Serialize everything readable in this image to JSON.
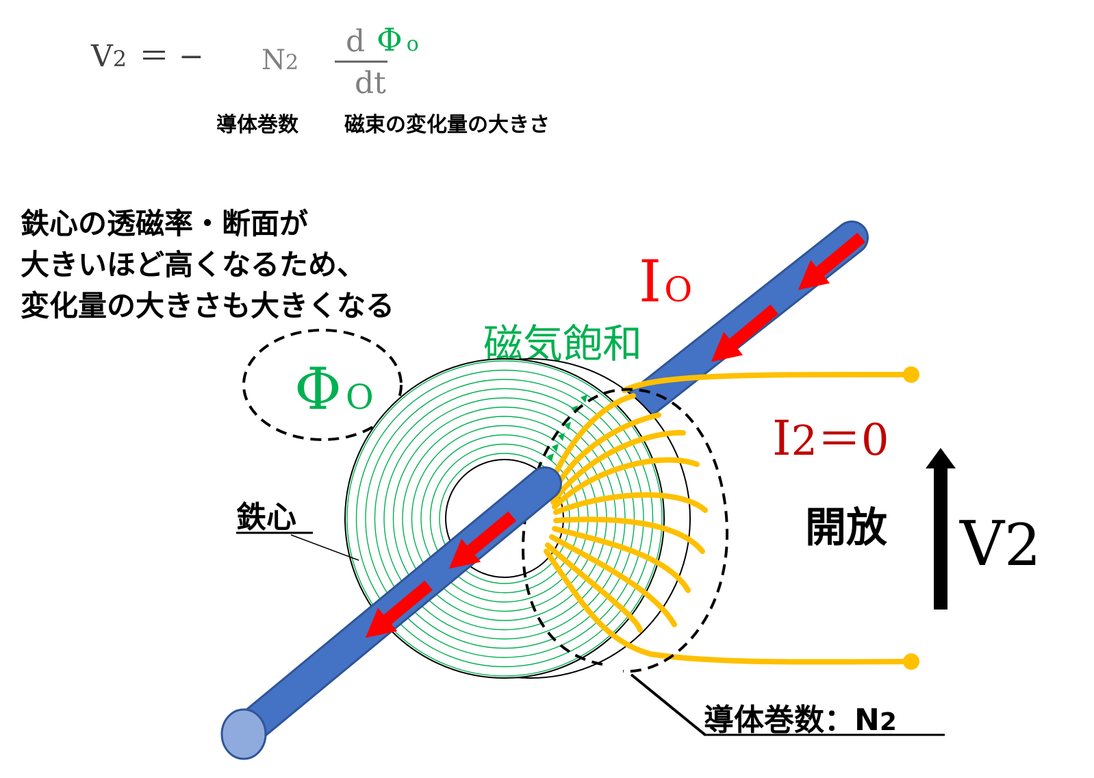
{
  "formula": {
    "lhs_main": "V",
    "lhs_sub": "2",
    "equals_minus": "＝ −",
    "n_main": "N",
    "n_sub": "2",
    "numerator_d": "d",
    "numerator_phi": "Φ",
    "numerator_sub": "o",
    "denominator": "dt",
    "label_turns": "導体巻数",
    "label_change": "磁束の変化量の大きさ"
  },
  "note_lines": [
    "鉄心の透磁率・断面が",
    "大きいほど高くなるため、",
    "変化量の大きさも大きくなる"
  ],
  "flux_label": {
    "main": "Φ",
    "sub": "O"
  },
  "saturation_label": "磁気飽和",
  "core_label": "鉄心",
  "current_label": {
    "main": "I",
    "sub": "O"
  },
  "i2_label": {
    "main": "I",
    "sub": "2",
    "rest": "＝0"
  },
  "open_label": "開放",
  "voltage_label": {
    "main": "V",
    "sub": "2"
  },
  "winding_label": {
    "main": "導体巻数：N",
    "sub": "2"
  },
  "colors": {
    "core": "#4472c4",
    "core_end": "#8faadc",
    "current_arrow": "#ff0000",
    "flux_lines": "#00b050",
    "winding": "#ffc000",
    "red_text": "#c00000",
    "gray_text": "#808080"
  }
}
